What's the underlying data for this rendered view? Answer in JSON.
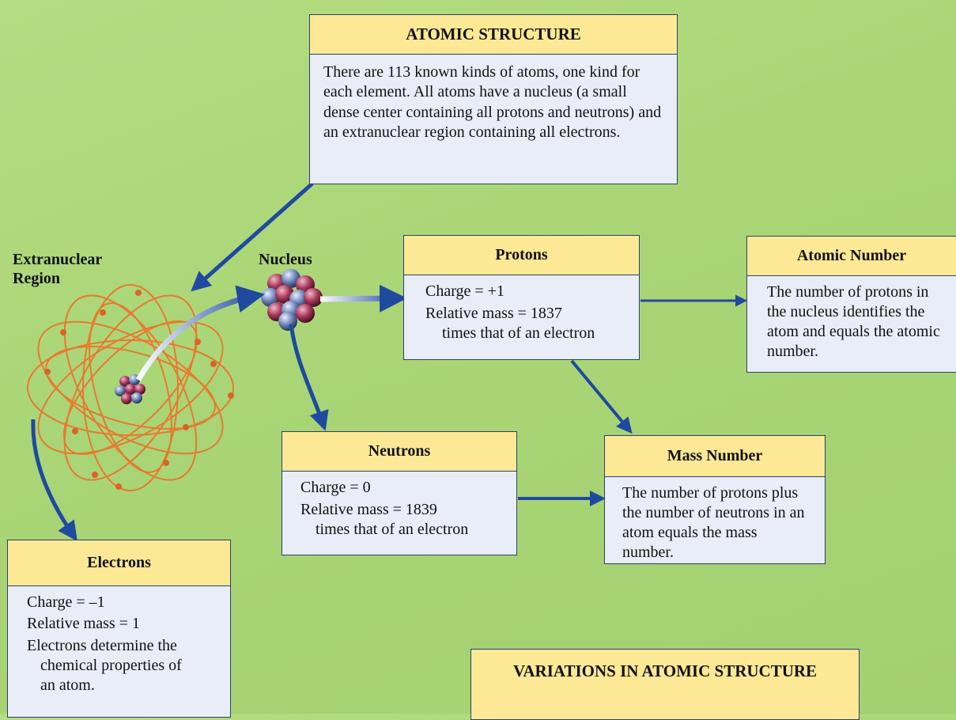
{
  "colors": {
    "background": "#a9d576",
    "header_fill": "#fde995",
    "box_fill": "#e9edf8",
    "border": "#2c3f6e",
    "arrow": "#1f4aa0",
    "orbit": "#e87a2e"
  },
  "icons": {
    "atom": "atom-illustration-icon",
    "nucleus": "nucleus-cluster-icon"
  },
  "atomic_structure": {
    "title": "ATOMIC STRUCTURE",
    "text": "There are 113 known kinds of atoms, one kind for each element. All atoms have a nucleus (a small dense center containing all protons and neutrons) and an extranuclear region containing all electrons."
  },
  "labels": {
    "extranuclear": [
      "Extranuclear",
      "Region"
    ],
    "nucleus": "Nucleus"
  },
  "protons": {
    "title": "Protons",
    "charge": "Charge = +1",
    "mass_line1": "Relative mass = 1837",
    "mass_line2": "times that of an electron"
  },
  "neutrons": {
    "title": "Neutrons",
    "charge": "Charge = 0",
    "mass_line1": "Relative mass = 1839",
    "mass_line2": "times that of an electron"
  },
  "electrons": {
    "title": "Electrons",
    "charge": "Charge = –1",
    "mass": "Relative mass = 1",
    "props_line1": "Electrons determine the",
    "props_line2": "chemical properties of",
    "props_line3": "an atom."
  },
  "atomic_number": {
    "title": "Atomic Number",
    "text": "The number of protons in the nucleus identifies the atom and equals the atomic number."
  },
  "mass_number": {
    "title": "Mass Number",
    "text": "The number of protons plus the number of neutrons in an atom equals the mass number."
  },
  "variations": {
    "title": "VARIATIONS IN ATOMIC STRUCTURE"
  }
}
